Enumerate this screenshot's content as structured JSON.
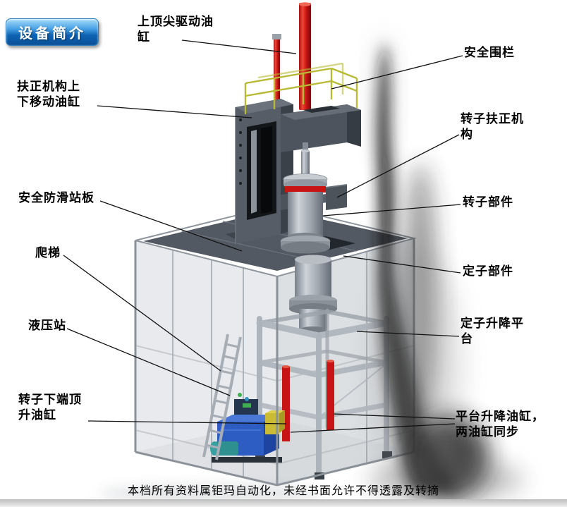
{
  "badge": {
    "label": "设备简介"
  },
  "labels": {
    "top_drive_cylinder": "上顶尖驱动油\n缸",
    "safety_fence": "安全围栏",
    "centering_updown_cylinder": "扶正机构上\n下移动油缸",
    "rotor_centering_mechanism": "转子扶正机\n构",
    "antislip_platform": "安全防滑站板",
    "rotor_component": "转子部件",
    "ladder": "爬梯",
    "stator_component": "定子部件",
    "hydraulic_station": "液压站",
    "stator_lift_platform": "定子升降平\n台",
    "rotor_bottom_jack_cylinder": "转子下端顶\n升油缸",
    "platform_lift_cylinders": "平台升降油缸，\n两油缸同步"
  },
  "footer": {
    "text": "本档所有资料属钜玛自动化，未经书面允许不得透露及转摘"
  },
  "colors": {
    "cylinder_red": "#c81414",
    "railing_yellow": "#b7ba35",
    "hydraulic_blue": "#2d5dc2",
    "frame_dark": "#565c66",
    "deck_gray": "#535962",
    "steel_light": "#b2b8c0",
    "badge_blue": "#0e63b4"
  }
}
